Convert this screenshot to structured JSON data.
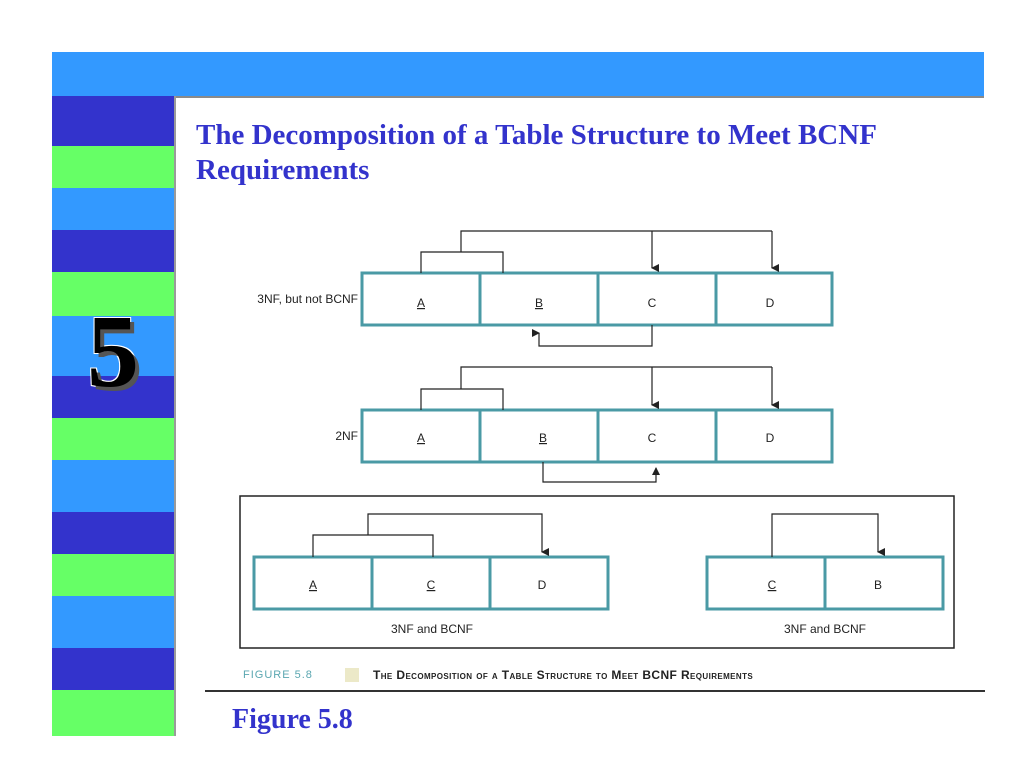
{
  "slide": {
    "chapter_number": "5",
    "title": "The Decomposition of a Table Structure to Meet BCNF Requirements",
    "figure_label": "Figure 5.8"
  },
  "colors": {
    "top_bar": "#3399ff",
    "stripe_blue_dark": "#3333cc",
    "stripe_green": "#66ff66",
    "stripe_blue_light": "#3399ff",
    "title_text": "#3333cc",
    "table_border": "#4a9aa5"
  },
  "diagram": {
    "row1": {
      "label": "3NF, but not BCNF",
      "cells": [
        {
          "text": "A",
          "key": true
        },
        {
          "text": "B",
          "key": true
        },
        {
          "text": "C",
          "key": false
        },
        {
          "text": "D",
          "key": false
        }
      ]
    },
    "row2": {
      "label": "2NF",
      "cells": [
        {
          "text": "A",
          "key": true
        },
        {
          "text": "B",
          "key": true
        },
        {
          "text": "C",
          "key": false
        },
        {
          "text": "D",
          "key": false
        }
      ]
    },
    "row3_left": {
      "label": "3NF and BCNF",
      "cells": [
        {
          "text": "A",
          "key": true
        },
        {
          "text": "C",
          "key": true
        },
        {
          "text": "D",
          "key": false
        }
      ]
    },
    "row3_right": {
      "label": "3NF and BCNF",
      "cells": [
        {
          "text": "C",
          "key": true
        },
        {
          "text": "B",
          "key": false
        }
      ]
    }
  },
  "caption": {
    "figure": "FIGURE 5.8",
    "text": "The Decomposition of a Table Structure to Meet BCNF Requirements"
  }
}
